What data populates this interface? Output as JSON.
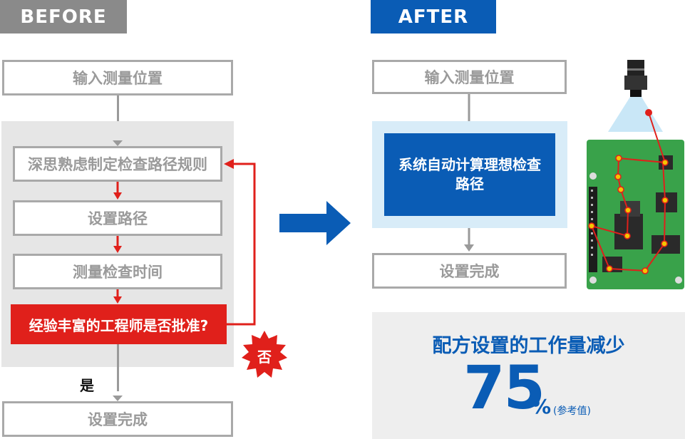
{
  "before": {
    "tag": "BEFORE",
    "step_input": "输入测量位置",
    "step_plan": "深思熟虑制定检查路径规则",
    "step_route": "设置路径",
    "step_measure": "测量检查时间",
    "decision": "经验丰富的工程师是否批准?",
    "no_label": "否",
    "yes_label": "是",
    "step_done": "设置完成"
  },
  "after": {
    "tag": "AFTER",
    "step_input": "输入测量位置",
    "auto_calc": "系统自动计算理想检查路径",
    "step_done": "设置完成",
    "result_title": "配方设置的工作量减少",
    "result_value": "75",
    "result_unit": "%",
    "result_note": "(参考值)"
  },
  "colors": {
    "before_tag": "#8a8a8a",
    "after_tag": "#0a5cb5",
    "red": "#e0201b",
    "blue_box": "#0a5cb5",
    "light_blue": "#d8ecf8",
    "panel_gray": "#e6e6e6",
    "pcb_green": "#39a24a"
  }
}
